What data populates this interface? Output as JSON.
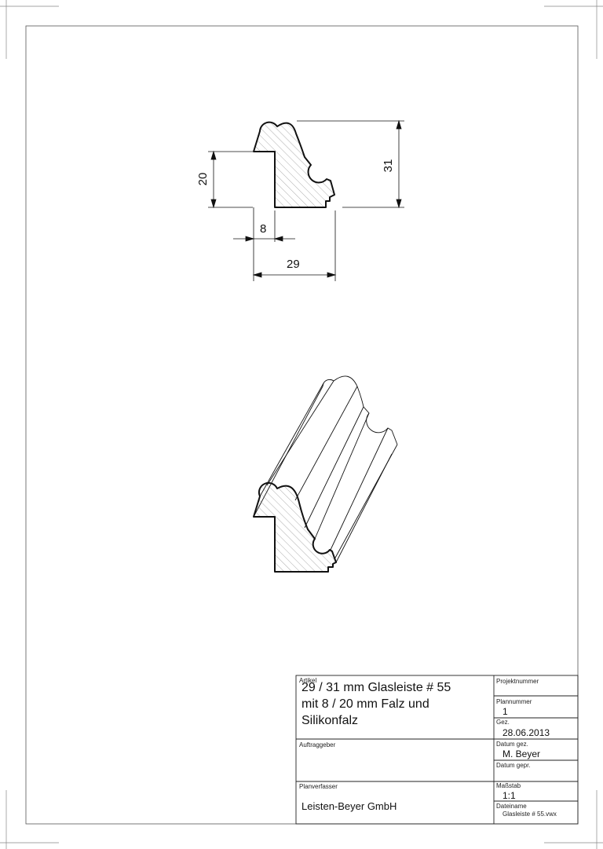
{
  "dimensions": {
    "height": "20",
    "rebate": "8",
    "width": "29",
    "total_height": "31"
  },
  "title_block": {
    "artikel_label": "Artikel",
    "artikel_lines": [
      "29 / 31 mm Glasleiste # 55",
      "mit 8 / 20 mm Falz und",
      "Silikonfalz"
    ],
    "projektnummer_label": "Projektnummer",
    "projektnummer_value": "",
    "plannummer_label": "Plannummer",
    "plannummer_value": "1",
    "gez_label": "Gez.",
    "gez_value": "28.06.2013",
    "datum_gez_label": "Datum gez.",
    "datum_gez_value": "M. Beyer",
    "auftraggeber_label": "Auftraggeber",
    "datum_gepr_label": "Datum gepr.",
    "planverfasser_label": "Planverfasser",
    "planverfasser_value": "Leisten-Beyer GmbH",
    "massstab_label": "Maßstab",
    "massstab_value": "1:1",
    "dateiname_label": "Dateiname",
    "dateiname_value": "Glasleiste # 55.vwx"
  }
}
